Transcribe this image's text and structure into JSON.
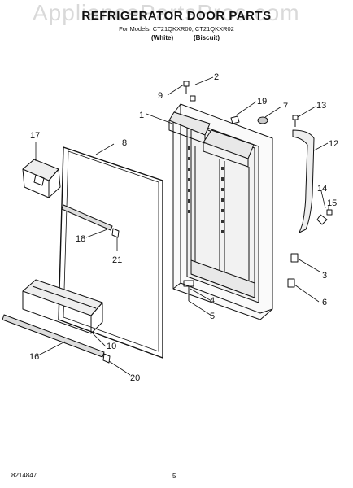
{
  "watermark": "AppliancePartsPros.com",
  "header": {
    "title": "REFRIGERATOR DOOR PARTS",
    "models": "For Models: CT21QKXR00, CT21QKXR02",
    "color_white": "(White)",
    "color_biscuit": "(Biscuit)"
  },
  "callouts": {
    "c1": "1",
    "c2": "2",
    "c3": "3",
    "c4": "4",
    "c5": "5",
    "c6": "6",
    "c7": "7",
    "c8": "8",
    "c9": "9",
    "c10": "10",
    "c12": "12",
    "c13": "13",
    "c14": "14",
    "c15": "15",
    "c16": "16",
    "c17": "17",
    "c18": "18",
    "c19": "19",
    "c20": "20",
    "c21": "21"
  },
  "footer": {
    "doc_code": "8214847",
    "page_number": "5"
  }
}
